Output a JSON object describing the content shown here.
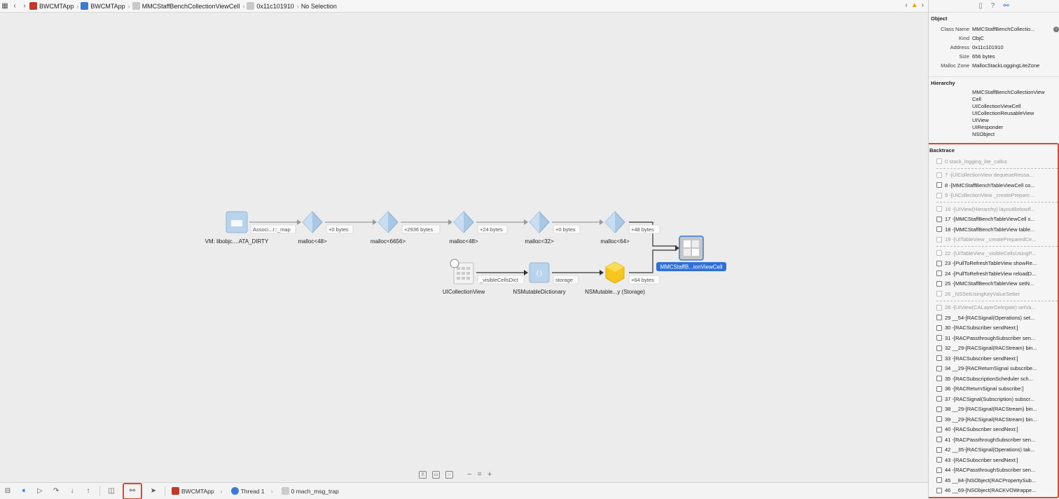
{
  "topbar": {
    "crumbs": [
      {
        "label": "BWCMTApp"
      },
      {
        "label": "BWCMTApp"
      },
      {
        "label": "MMCStaffBenchCollectionViewCell"
      },
      {
        "label": "0x11c101910"
      },
      {
        "label": "No Selection"
      }
    ]
  },
  "graph": {
    "nodes": {
      "vm": "VM: libobjc....ATA_DIRTY",
      "m48a": "malloc<48>",
      "m6656": "malloc<6656>",
      "m48b": "malloc<48>",
      "m32": "malloc<32>",
      "m64": "malloc<64>",
      "target": "MMCStaffB...ionViewCell",
      "uicv": "UICollectionView",
      "nsdict": "NSMutableDictionary",
      "storage": "NSMutable...y (Storage)"
    },
    "edges": {
      "e1": "Associ...r::_map",
      "e2": "+0 bytes",
      "e3": "+2936 bytes",
      "e4": "+24 bytes",
      "e5": "+0 bytes",
      "e6": "+48 bytes",
      "e7": "_visibleCellsDict",
      "e8": "storage",
      "e9": "+64 bytes"
    }
  },
  "debugbar": {
    "app": "BWCMTApp",
    "thread": "Thread 1",
    "frame": "0 mach_msg_trap"
  },
  "inspector": {
    "object_title": "Object",
    "object": [
      {
        "k": "Class Name",
        "v": "MMCStaffBenchCollectio..."
      },
      {
        "k": "Kind",
        "v": "ObjC"
      },
      {
        "k": "Address",
        "v": "0x11c101910"
      },
      {
        "k": "Size",
        "v": "656 bytes"
      },
      {
        "k": "Malloc Zone",
        "v": "MallocStackLoggingLiteZone"
      }
    ],
    "hierarchy_title": "Hierarchy",
    "hierarchy": [
      "MMCStaffBenchCollectionView",
      "Cell",
      "UICollectionViewCell",
      "UICollectionReusableView",
      "UIView",
      "UIResponder",
      "NSObject"
    ],
    "backtrace_title": "Backtrace",
    "backtrace": [
      {
        "t": "0 stack_logging_lite_calloc",
        "dim": true
      },
      {
        "sep": true
      },
      {
        "t": "7 -[UICollectionView dequeueReusa...",
        "dim": true
      },
      {
        "t": "8 -[MMCStaffBenchTableViewCell co..."
      },
      {
        "t": "9 -[UICollectionView _createPrepare...",
        "dim": true
      },
      {
        "sep": true
      },
      {
        "t": "16 -[UIView(Hierarchy) layoutBelowIf...",
        "dim": true
      },
      {
        "t": "17 -[MMCStaffBenchTableViewCell s..."
      },
      {
        "t": "18 -[MMCStaffBenchTableView table..."
      },
      {
        "t": "19 -[UITableView _createPreparedCe...",
        "dim": true
      },
      {
        "sep": true
      },
      {
        "t": "22 -[UITableView _visibleCellsUsingP...",
        "dim": true
      },
      {
        "t": "23 -[PullToRefreshTableView showRe..."
      },
      {
        "t": "24 -[PullToRefreshTableView reloadD..."
      },
      {
        "t": "25 -[MMCStaffBenchTableView setN..."
      },
      {
        "t": "26 _NSSetUsingKeyValueSetter",
        "dim": true
      },
      {
        "sep": true
      },
      {
        "t": "28 -[UIView(CALayerDelegate) setVa...",
        "dim": true
      },
      {
        "t": "29 __54-[RACSignal(Operations) set..."
      },
      {
        "t": "30 -[RACSubscriber sendNext:]"
      },
      {
        "t": "31 -[RACPassthroughSubscriber sen..."
      },
      {
        "t": "32 __29-[RACSignal(RACStream) bin..."
      },
      {
        "t": "33 -[RACSubscriber sendNext:]"
      },
      {
        "t": "34 __29-[RACReturnSignal subscribe..."
      },
      {
        "t": "35 -[RACSubscriptionScheduler sch..."
      },
      {
        "t": "36 -[RACReturnSignal subscribe:]"
      },
      {
        "t": "37 -[RACSignal(Subscription) subscr..."
      },
      {
        "t": "38 __29-[RACSignal(RACStream) bin..."
      },
      {
        "t": "39 __29-[RACSignal(RACStream) bin..."
      },
      {
        "t": "40 -[RACSubscriber sendNext:]"
      },
      {
        "t": "41 -[RACPassthroughSubscriber sen..."
      },
      {
        "t": "42 __35-[RACSignal(Operations) tak..."
      },
      {
        "t": "43 -[RACSubscriber sendNext:]"
      },
      {
        "t": "44 -[RACPassthroughSubscriber sen..."
      },
      {
        "t": "45 __84-[NSObject(RACPropertySub..."
      },
      {
        "t": "46 __69-[NSObject(RACKVOWrappe..."
      }
    ]
  }
}
